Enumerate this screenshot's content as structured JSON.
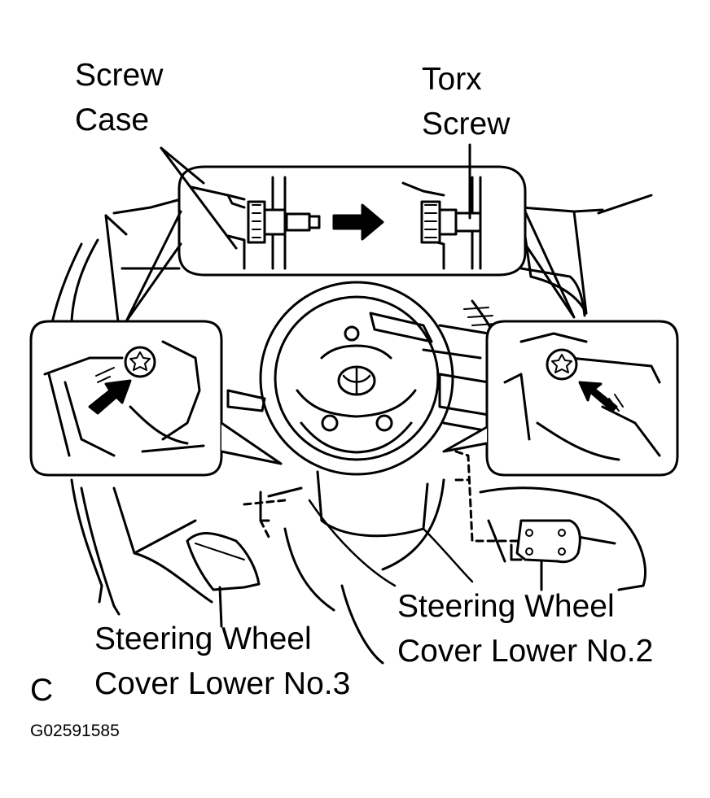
{
  "labels": {
    "screw_case": [
      "Screw",
      "Case"
    ],
    "torx_screw": [
      "Torx",
      "Screw"
    ],
    "cover_no2": [
      "Steering Wheel",
      "Cover Lower No.2"
    ],
    "cover_no3": [
      "Steering Wheel",
      "Cover Lower No.3"
    ],
    "view_letter": "C",
    "figure_code": "G02591585"
  },
  "colors": {
    "ink": "#000000",
    "paper": "#ffffff"
  }
}
